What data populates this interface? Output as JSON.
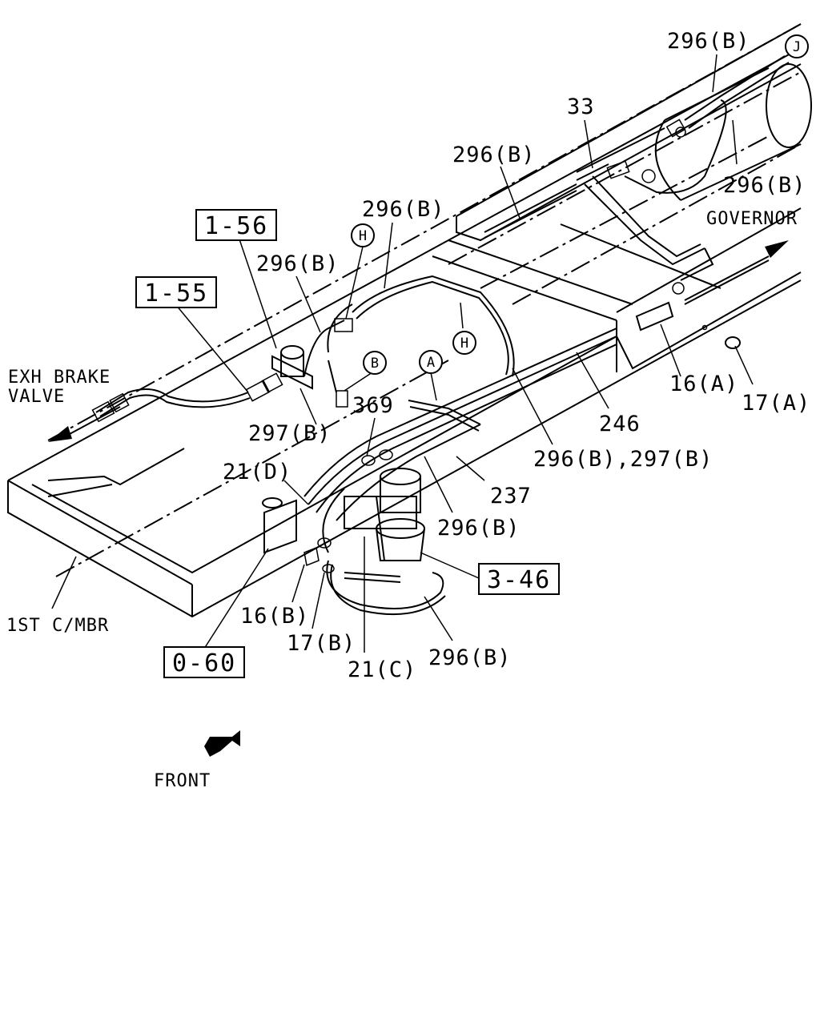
{
  "labels": {
    "l296b_1": "296(B)",
    "l296b_2": "296(B)",
    "l296b_3": "296(B)",
    "l296b_4": "296(B)",
    "l296b_5": "296(B)",
    "l296b_6": "296(B)",
    "l296b_7": "296(B)",
    "l33": "33",
    "governor": "GOVERNOR",
    "l16a": "16(A)",
    "l17a": "17(A)",
    "l246": "246",
    "l296b297b": "296(B),297(B)",
    "l237": "237",
    "l369": "369",
    "l297b": "297(B)",
    "exh_brake_1": "EXH BRAKE",
    "exh_brake_2": "VALVE",
    "l21d": "21(D)",
    "l16b": "16(B)",
    "l17b": "17(B)",
    "l21c": "21(C)",
    "first_cmbr": "1ST C/MBR",
    "front": "FRONT"
  },
  "ref_boxes": {
    "r156": "1-56",
    "r155": "1-55",
    "r346": "3-46",
    "r060": "0-60"
  },
  "circle_markers": {
    "j": "J",
    "h1": "H",
    "h2": "H",
    "b": "B",
    "a": "A"
  }
}
